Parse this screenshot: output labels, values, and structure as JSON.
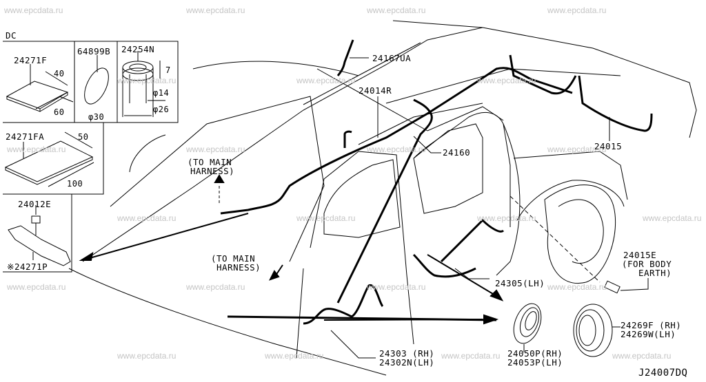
{
  "diagram": {
    "code": "J24007DQ",
    "watermark": "www.epcdata.ru",
    "inset": {
      "section_label": "DC",
      "parts": [
        {
          "id": "24271F",
          "dims": [
            "40",
            "60"
          ]
        },
        {
          "id": "64899B",
          "dims": [
            "φ30"
          ]
        },
        {
          "id": "24254N",
          "dims": [
            "7",
            "φ14",
            "φ26"
          ]
        },
        {
          "id": "24271FA",
          "dims": [
            "50",
            "100"
          ]
        },
        {
          "id": "24012E",
          "dims": []
        },
        {
          "id": "※24271P",
          "dims": []
        }
      ]
    },
    "callouts": {
      "p24167UA": "24167UA",
      "p24014R": "24014R",
      "p24160": "24160",
      "p24015": "24015",
      "p24015E": "24015E",
      "p24015E_note1": "(FOR BODY",
      "p24015E_note2": "EARTH)",
      "to_main_1a": "(TO MAIN",
      "to_main_1b": "HARNESS)",
      "to_main_2a": "(TO MAIN",
      "to_main_2b": "HARNESS)",
      "p24305": "24305(LH)",
      "p24303": "24303 (RH)",
      "p24302N": "24302N(LH)",
      "p24050P": "24050P(RH)",
      "p24053P": "24053P(LH)",
      "p24269F": "24269F (RH)",
      "p24269W": "24269W(LH)"
    }
  }
}
